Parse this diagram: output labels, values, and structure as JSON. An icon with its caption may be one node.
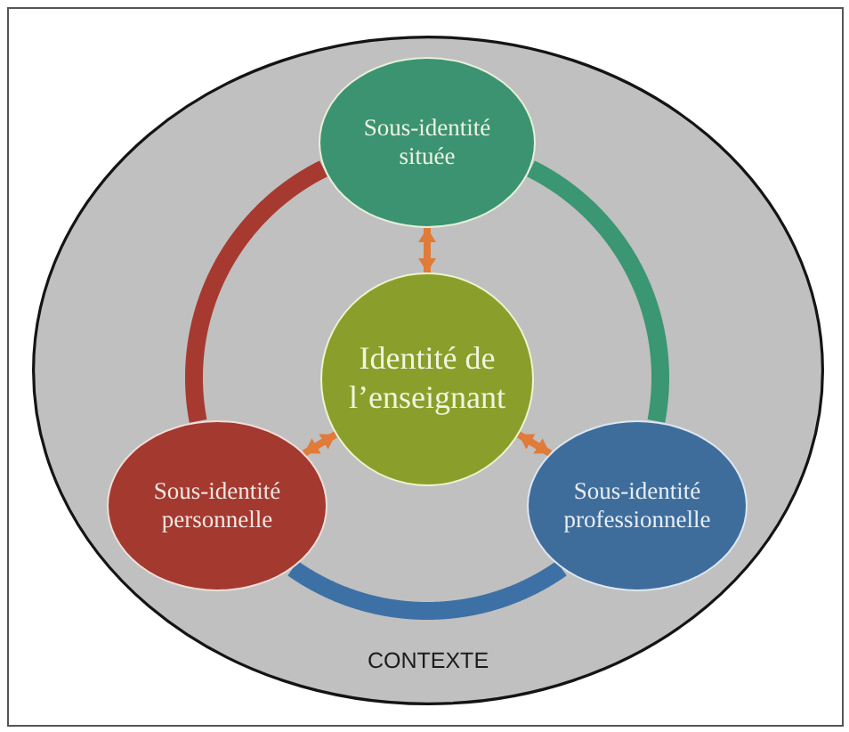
{
  "diagram": {
    "nodes": [
      {
        "text": [
          "CONTEXTE"
        ]
      },
      {
        "text": [
          "Sous-identité située"
        ],
        "in": 0
      },
      {
        "text": [
          "Identité de l’enseignant"
        ],
        "in": 0
      },
      {
        "text": [
          "Sous-identité personnelle"
        ],
        "in": 0
      },
      {
        "text": [
          "Sous-identité professionnelle"
        ],
        "in": 0
      }
    ],
    "edges": [
      {
        "from": 2,
        "to": 1,
        "arrow": "both",
        "color": "#e07b39"
      },
      {
        "from": 2,
        "to": 3,
        "arrow": "both",
        "color": "#e07b39"
      },
      {
        "from": 2,
        "to": 4,
        "arrow": "both",
        "color": "#e07b39"
      },
      {
        "from": 1,
        "to": 3,
        "arrow": "none",
        "style": "thick",
        "color": "#a63a30"
      },
      {
        "from": 1,
        "to": 4,
        "arrow": "none",
        "style": "thick",
        "color": "#3a9673"
      },
      {
        "from": 3,
        "to": 4,
        "arrow": "none",
        "style": "thick",
        "color": "#3d71a6"
      }
    ]
  }
}
